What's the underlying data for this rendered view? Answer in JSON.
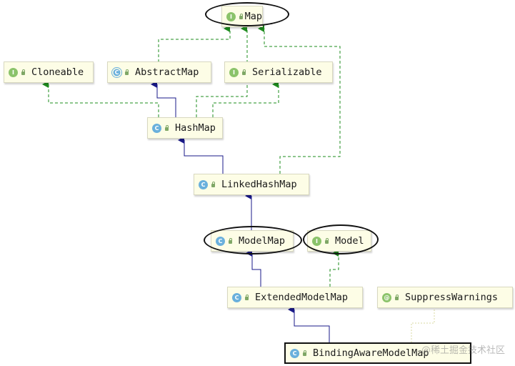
{
  "nodes": {
    "map": {
      "label": "Map",
      "kind": "interface"
    },
    "cloneable": {
      "label": "Cloneable",
      "kind": "interface"
    },
    "abstract_map": {
      "label": "AbstractMap",
      "kind": "abstract"
    },
    "serializable": {
      "label": "Serializable",
      "kind": "interface"
    },
    "hash_map": {
      "label": "HashMap",
      "kind": "class"
    },
    "linked_hash_map": {
      "label": "LinkedHashMap",
      "kind": "class"
    },
    "model_map": {
      "label": "ModelMap",
      "kind": "class"
    },
    "model": {
      "label": "Model",
      "kind": "interface"
    },
    "extended_model_map": {
      "label": "ExtendedModelMap",
      "kind": "class"
    },
    "suppress_warnings": {
      "label": "SuppressWarnings",
      "kind": "annotation"
    },
    "binding_aware_model_map": {
      "label": "BindingAwareModelMap",
      "kind": "class"
    }
  },
  "badge_glyphs": {
    "interface": "I",
    "class": "C",
    "abstract": "C",
    "annotation": "@"
  },
  "colors": {
    "extends_arrow": "#1a1a8a",
    "implements_arrow": "#1e8c1e",
    "annotation_link": "#d8d8a0",
    "node_background": "#fdfde6",
    "interface_badge": "#8bc36a",
    "class_badge": "#6ab0dc"
  },
  "watermark": "@稀土掘金技术社区"
}
